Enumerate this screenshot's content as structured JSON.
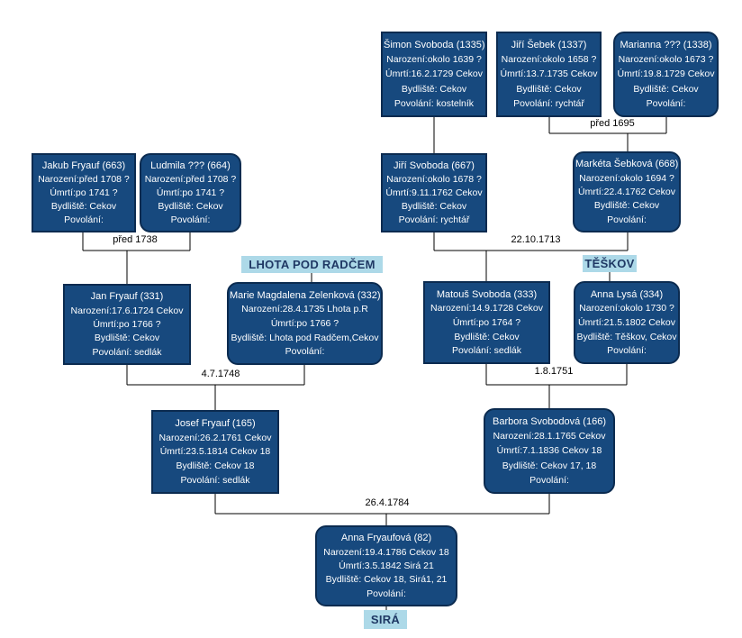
{
  "people": {
    "simon": {
      "name": "Šimon Svoboda (1335)",
      "birth": "Narození:okolo 1639 ?",
      "death": "Úmrtí:16.2.1729  Cekov",
      "residence": "Bydliště: Cekov",
      "occupation": "Povolání: kostelník"
    },
    "jiri_sebek": {
      "name": "Jiří Šebek (1337)",
      "birth": "Narození:okolo 1658 ?",
      "death": "Úmrtí:13.7.1735  Cekov",
      "residence": "Bydliště: Cekov",
      "occupation": "Povolání: rychtář"
    },
    "marianna": {
      "name": "Marianna ??? (1338)",
      "birth": "Narození:okolo 1673 ?",
      "death": "Úmrtí:19.8.1729  Cekov",
      "residence": "Bydliště: Cekov",
      "occupation": "Povolání:"
    },
    "jakub": {
      "name": "Jakub  Fryauf (663)",
      "birth": "Narození:před 1708 ?",
      "death": "Úmrtí:po 1741  ?",
      "residence": "Bydliště: Cekov",
      "occupation": "Povolání:"
    },
    "ludmila": {
      "name": "Ludmila ??? (664)",
      "birth": "Narození:před 1708 ?",
      "death": "Úmrtí:po 1741  ?",
      "residence": "Bydliště: Cekov",
      "occupation": "Povolání:"
    },
    "jiri_svoboda": {
      "name": "Jiří Svoboda (667)",
      "birth": "Narození:okolo 1678 ?",
      "death": "Úmrtí:9.11.1762  Cekov",
      "residence": "Bydliště: Cekov",
      "occupation": "Povolání: rychtář"
    },
    "marketa": {
      "name": "Markéta  Šebková (668)",
      "birth": "Narození:okolo 1694 ?",
      "death": "Úmrtí:22.4.1762  Cekov",
      "residence": "Bydliště: Cekov",
      "occupation": "Povolání:"
    },
    "jan": {
      "name": "Jan  Fryauf (331)",
      "birth": "Narození:17.6.1724 Cekov",
      "death": "Úmrtí:po 1766  ?",
      "residence": "Bydliště: Cekov",
      "occupation": "Povolání: sedlák"
    },
    "marie": {
      "name": "Marie Magdalena Zelenková (332)",
      "birth": "Narození:28.4.1735 Lhota p.R",
      "death": "Úmrtí:po 1766  ?",
      "residence": "Bydliště: Lhota pod Radčem,Cekov",
      "occupation": "Povolání:"
    },
    "matous": {
      "name": "Matouš Svoboda (333)",
      "birth": "Narození:14.9.1728 Cekov",
      "death": "Úmrtí:po 1764  ?",
      "residence": "Bydliště: Cekov",
      "occupation": "Povolání: sedlák"
    },
    "anna_lysa": {
      "name": "Anna Lysá (334)",
      "birth": "Narození:okolo 1730 ?",
      "death": "Úmrtí:21.5.1802  Cekov",
      "residence": "Bydliště: Těškov, Cekov",
      "occupation": "Povolání:"
    },
    "josef": {
      "name": "Josef Fryauf (165)",
      "birth": "Narození:26.2.1761 Cekov",
      "death": "Úmrtí:23.5.1814  Cekov 18",
      "residence": "Bydliště: Cekov 18",
      "occupation": "Povolání: sedlák"
    },
    "barbora": {
      "name": "Barbora Svobodová (166)",
      "birth": "Narození:28.1.1765 Cekov",
      "death": "Úmrtí:7.1.1836  Cekov 18",
      "residence": "Bydliště: Cekov 17, 18",
      "occupation": "Povolání:"
    },
    "anna_fryaufova": {
      "name": "Anna Fryaufová (82)",
      "birth": "Narození:19.4.1786 Cekov 18",
      "death": "Úmrtí:3.5.1842  Sirá 21",
      "residence": "Bydliště: Cekov 18, Sirá1, 21",
      "occupation": "Povolání:"
    }
  },
  "marriage_dates": {
    "sebek_marianna": "před 1695",
    "jakub_ludmila": "před 1738",
    "jiri_marketa": "22.10.1713",
    "jan_marie": "4.7.1748",
    "matous_anna": "1.8.1751",
    "josef_barbora": "26.4.1784"
  },
  "place_labels": {
    "lhota": "LHOTA POD RADČEM",
    "teskov": "TĚŠKOV",
    "sira": "SIRÁ"
  },
  "colors": {
    "box_fill": "#17497E",
    "box_border": "#0B2B50",
    "place_bg": "#ADD9E8",
    "place_text": "#1F3864",
    "line": "#000000"
  }
}
